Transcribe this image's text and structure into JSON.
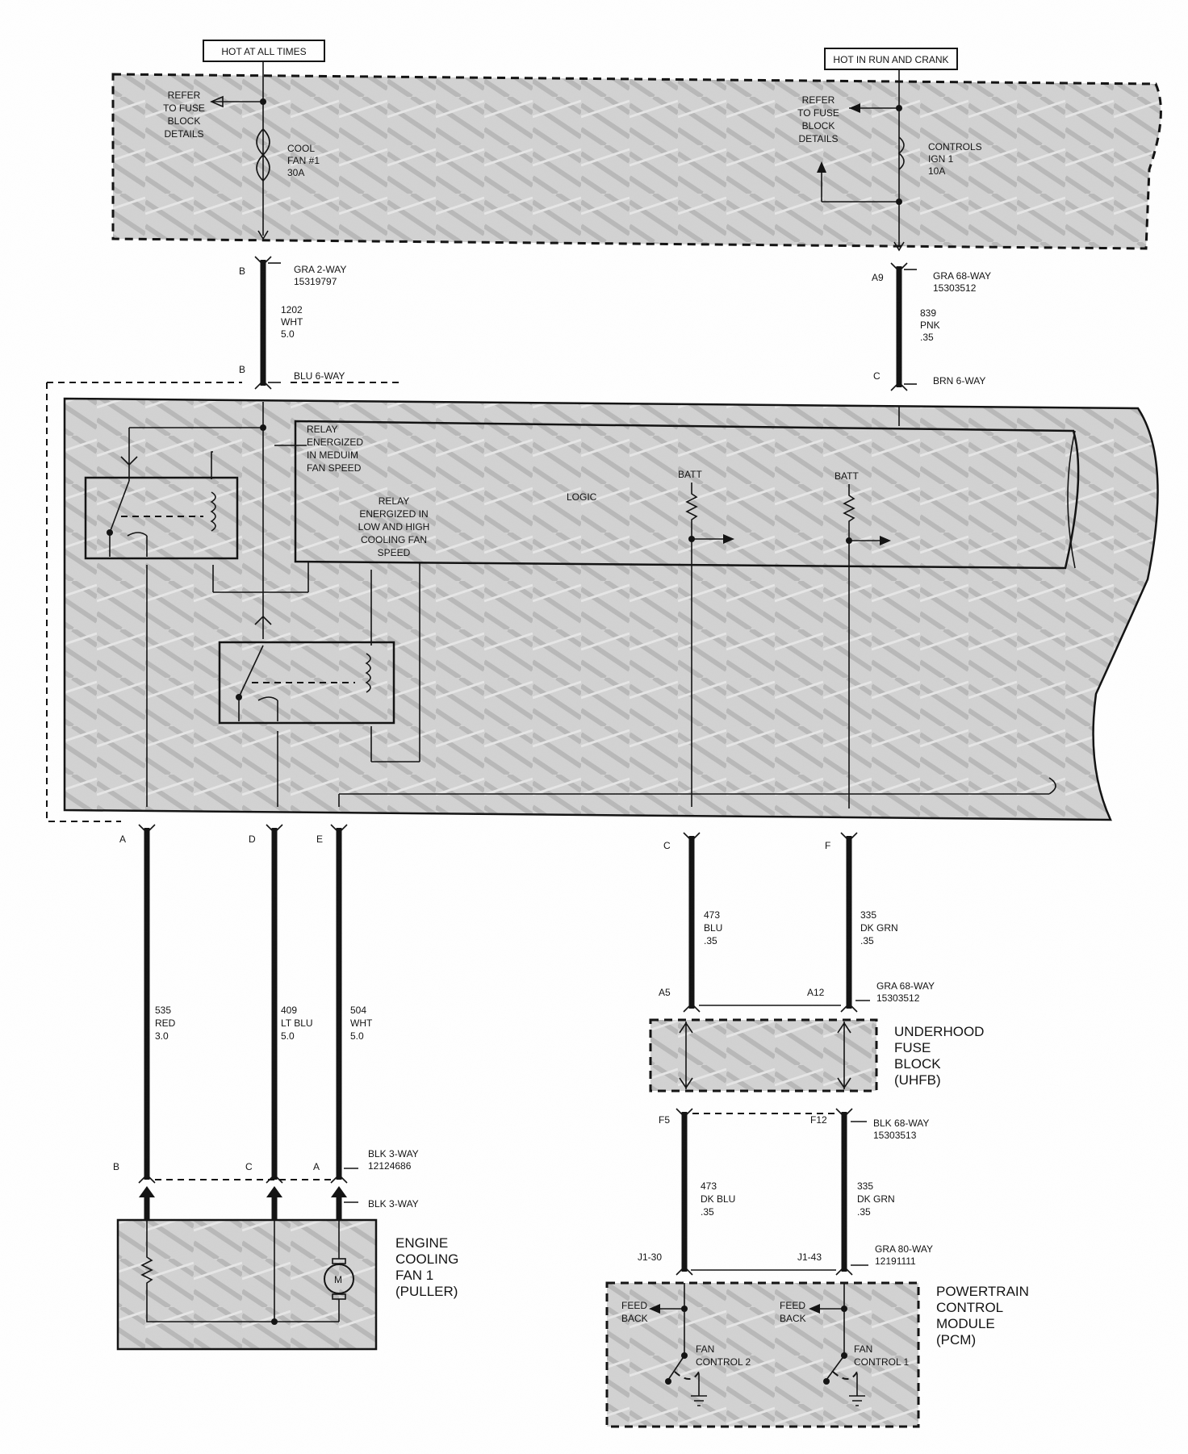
{
  "header_tags": {
    "hot_at_all_times": "HOT AT ALL TIMES",
    "hot_in_run_and_crank": "HOT IN RUN AND CRANK"
  },
  "fuse_block_top": {
    "refer_left": [
      "REFER",
      "TO FUSE",
      "BLOCK",
      "DETAILS"
    ],
    "refer_right": [
      "REFER",
      "TO FUSE",
      "BLOCK",
      "DETAILS"
    ],
    "fuse_left": [
      "COOL",
      "FAN #1",
      "30A"
    ],
    "fuse_right": [
      "CONTROLS",
      "IGN 1",
      "10A"
    ]
  },
  "connectors": {
    "gra_2way": [
      "GRA 2-WAY",
      "15319797"
    ],
    "gra_68way_a": [
      "GRA 68-WAY",
      "15303512"
    ],
    "blu_6way": "BLU 6-WAY",
    "brn_6way": "BRN 6-WAY",
    "gra_68way_b": [
      "GRA 68-WAY",
      "15303512"
    ],
    "blk_68way": [
      "BLK 68-WAY",
      "15303513"
    ],
    "gra_80way": [
      "GRA 80-WAY",
      "12191111"
    ],
    "blk_3way_a": [
      "BLK 3-WAY",
      "12124686"
    ],
    "blk_3way_b": "BLK 3-WAY"
  },
  "pins": {
    "b_top": "B",
    "a9": "A9",
    "b_mid": "B",
    "c_mid": "C",
    "a": "A",
    "d": "D",
    "e": "E",
    "c_low": "C",
    "f": "F",
    "a5": "A5",
    "a12": "A12",
    "f5": "F5",
    "f12": "F12",
    "j1_30": "J1-30",
    "j1_43": "J1-43",
    "fan_b": "B",
    "fan_c": "C",
    "fan_a": "A"
  },
  "wires": {
    "w1202": [
      "1202",
      "WHT",
      "5.0"
    ],
    "w839": [
      "839",
      "PNK",
      ".35"
    ],
    "w535": [
      "535",
      "RED",
      "3.0"
    ],
    "w409": [
      "409",
      "LT BLU",
      "5.0"
    ],
    "w504": [
      "504",
      "WHT",
      "5.0"
    ],
    "w473a": [
      "473",
      "BLU",
      ".35"
    ],
    "w335a": [
      "335",
      "DK GRN",
      ".35"
    ],
    "w473b": [
      "473",
      "DK BLU",
      ".35"
    ],
    "w335b": [
      "335",
      "DK GRN",
      ".35"
    ]
  },
  "module": {
    "relay_medium": [
      "RELAY",
      "ENERGIZED",
      "IN MEDUIM",
      "FAN SPEED"
    ],
    "relay_low_high": [
      "RELAY",
      "ENERGIZED IN",
      "LOW AND HIGH",
      "COOLING FAN",
      "SPEED"
    ],
    "logic": "LOGIC",
    "batt1": "BATT",
    "batt2": "BATT"
  },
  "uhfb": [
    "UNDERHOOD",
    "FUSE",
    "BLOCK",
    "(UHFB)"
  ],
  "fan": {
    "name": [
      "ENGINE",
      "COOLING",
      "FAN 1",
      "(PULLER)"
    ],
    "motor": "M"
  },
  "pcm": {
    "name": [
      "POWERTRAIN",
      "CONTROL",
      "MODULE",
      "(PCM)"
    ],
    "feed_back_1": [
      "FEED",
      "BACK"
    ],
    "feed_back_2": [
      "FEED",
      "BACK"
    ],
    "fan_control_2": [
      "FAN",
      "CONTROL 2"
    ],
    "fan_control_1": [
      "FAN",
      "CONTROL 1"
    ]
  }
}
